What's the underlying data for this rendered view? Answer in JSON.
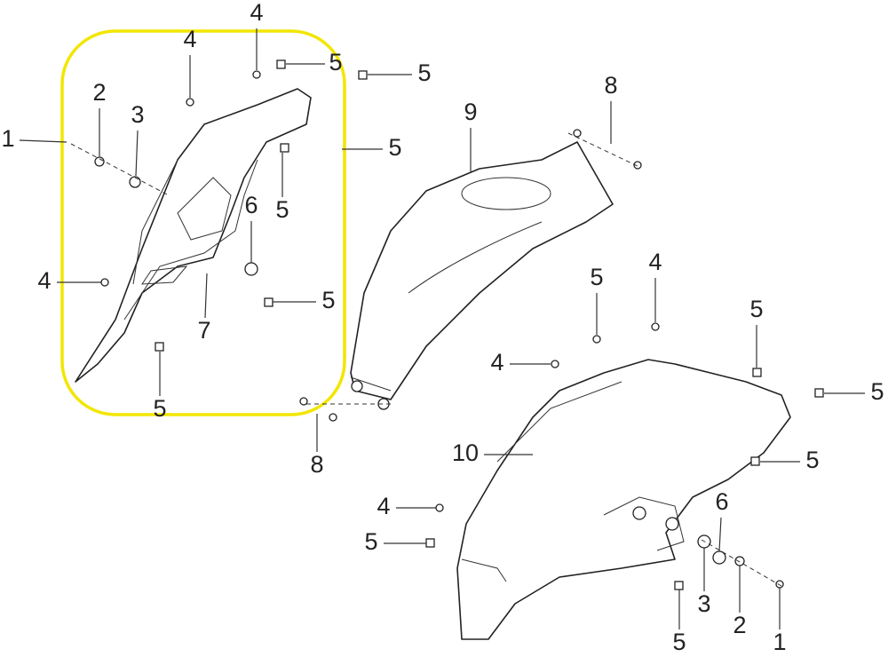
{
  "highlight_color": "#f2e600",
  "callouts": [
    {
      "text": "1"
    },
    {
      "text": "2"
    },
    {
      "text": "3"
    },
    {
      "text": "4"
    },
    {
      "text": "4"
    },
    {
      "text": "5"
    },
    {
      "text": "5"
    },
    {
      "text": "5"
    },
    {
      "text": "5"
    },
    {
      "text": "6"
    },
    {
      "text": "4"
    },
    {
      "text": "5"
    },
    {
      "text": "7"
    },
    {
      "text": "5"
    },
    {
      "text": "8"
    },
    {
      "text": "9"
    },
    {
      "text": "8"
    },
    {
      "text": "5"
    },
    {
      "text": "4"
    },
    {
      "text": "5"
    },
    {
      "text": "4"
    },
    {
      "text": "5"
    },
    {
      "text": "10"
    },
    {
      "text": "5"
    },
    {
      "text": "4"
    },
    {
      "text": "6"
    },
    {
      "text": "5"
    },
    {
      "text": "3"
    },
    {
      "text": "2"
    },
    {
      "text": "1"
    },
    {
      "text": "5"
    }
  ]
}
